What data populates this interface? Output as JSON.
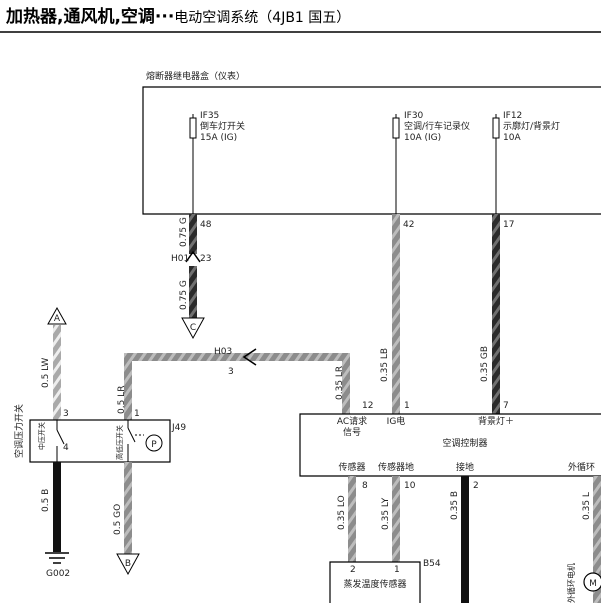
{
  "title": {
    "main": "加热器,通风机,空调",
    "separator": "···",
    "sub": "电动空调系统（4JB1 国五）"
  },
  "fusebox": {
    "label": "熔断器继电器盒（仪表）",
    "fuses": [
      {
        "id": "IF35",
        "desc": "倒车灯开关",
        "rating": "15A (IG)"
      },
      {
        "id": "IF30",
        "desc": "空调/行车记录仪",
        "rating": "10A (IG)"
      },
      {
        "id": "IF12",
        "desc": "示廓灯/背景灯",
        "rating": "10A"
      }
    ],
    "pins": [
      "48",
      "42",
      "17"
    ]
  },
  "wires": {
    "w48": "0.75 G",
    "w23": "0.75 G",
    "w42": "0.35 LB",
    "w17": "0.35 GB",
    "lw": "0.5 LW",
    "lr_switch": "0.5 LR",
    "lr_ctrl": "0.35 LR",
    "b_switch": "0.5 B",
    "go": "0.5 GO",
    "lo": "0.35 LO",
    "ly": "0.35 LY",
    "b_ctrl": "0.35 B",
    "l": "0.35 L"
  },
  "connectors": {
    "h01": "H01",
    "h01_pin": "23",
    "h03": "H03",
    "h03_pin": "3",
    "j49": "J49",
    "b54": "B54",
    "g002": "G002"
  },
  "offpage": {
    "a": "A",
    "b": "B",
    "c": "C"
  },
  "pressure_switch": {
    "label": "空调压力开关",
    "mid_label": "中压开关",
    "hl_label": "高低压开关",
    "p_symbol": "P",
    "pin_top_left": "3",
    "pin_top_right": "1",
    "pin_bottom": "4"
  },
  "controller": {
    "name": "空调控制器",
    "pins": {
      "ac": "12",
      "ig": "1",
      "bl": "7",
      "sensor": "8",
      "sensor_gnd": "10",
      "gnd": "2"
    },
    "labels": {
      "ac_line1": "AC请求",
      "ac_line2": "信号",
      "ig": "IG电",
      "bl": "背景灯＋",
      "sensor": "传感器",
      "sensor_gnd": "传感器地",
      "gnd": "接地",
      "fan": "外循环"
    }
  },
  "sensor": {
    "name": "蒸发温度传感器",
    "pin_left": "2",
    "pin_right": "1"
  },
  "motor": {
    "label": "外循环电机",
    "symbol": "M"
  }
}
